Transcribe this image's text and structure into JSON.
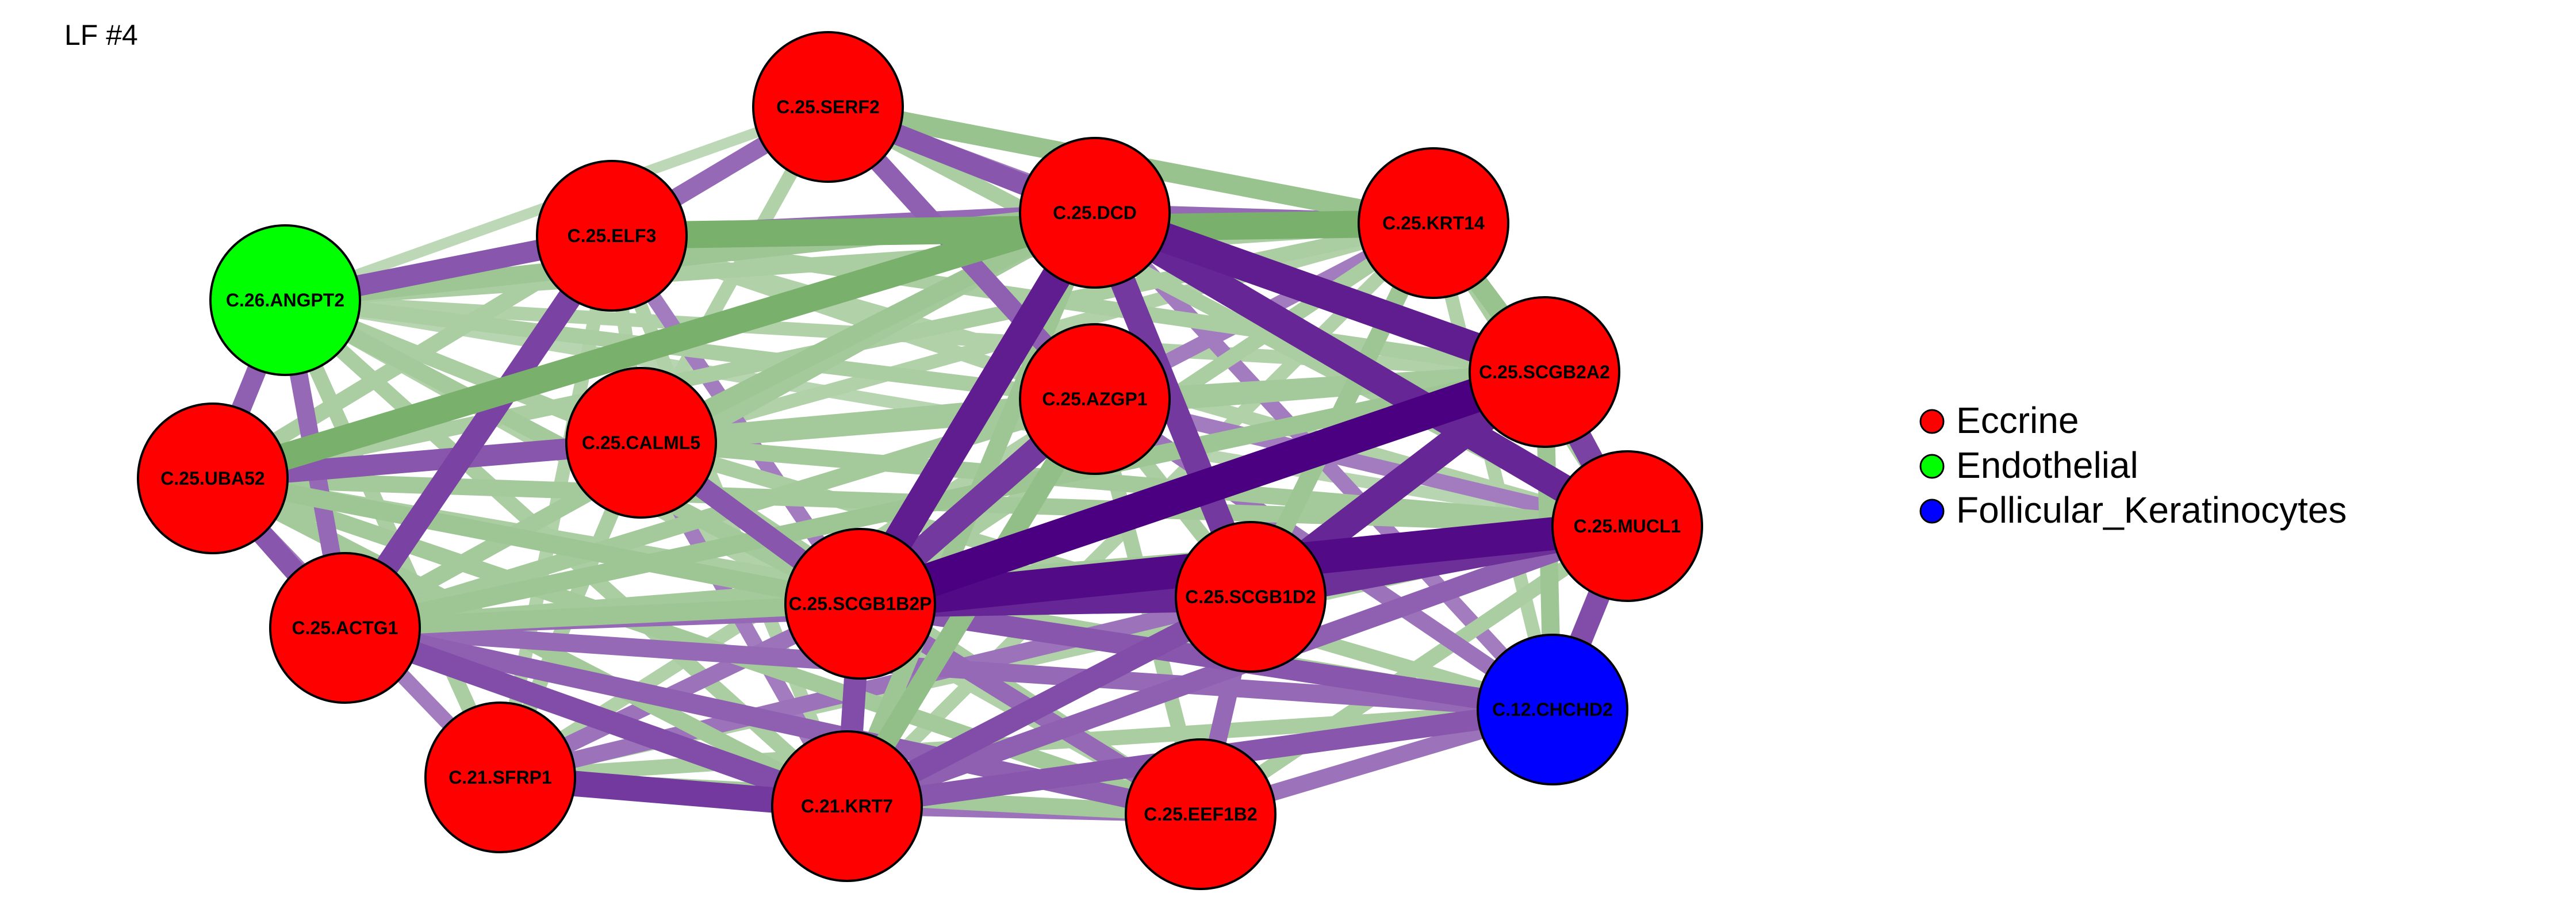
{
  "title": "LF #4",
  "legend": [
    {
      "label": "Eccrine",
      "color": "#ff0000"
    },
    {
      "label": "Endothelial",
      "color": "#00ff00"
    },
    {
      "label": "Follicular_Keratinocytes",
      "color": "#0000ff"
    }
  ],
  "nodes": [
    {
      "id": "serf2",
      "label": "C.25.SERF2",
      "color": "#ff0000"
    },
    {
      "id": "elf3",
      "label": "C.25.ELF3",
      "color": "#ff0000"
    },
    {
      "id": "dcd",
      "label": "C.25.DCD",
      "color": "#ff0000"
    },
    {
      "id": "krt14",
      "label": "C.25.KRT14",
      "color": "#ff0000"
    },
    {
      "id": "angpt2",
      "label": "C.26.ANGPT2",
      "color": "#00ff00"
    },
    {
      "id": "scgb2a2",
      "label": "C.25.SCGB2A2",
      "color": "#ff0000"
    },
    {
      "id": "azgp1",
      "label": "C.25.AZGP1",
      "color": "#ff0000"
    },
    {
      "id": "calml5",
      "label": "C.25.CALML5",
      "color": "#ff0000"
    },
    {
      "id": "uba52",
      "label": "C.25.UBA52",
      "color": "#ff0000"
    },
    {
      "id": "mucl1",
      "label": "C.25.MUCL1",
      "color": "#ff0000"
    },
    {
      "id": "scgb1b2p",
      "label": "C.25.SCGB1B2P",
      "color": "#ff0000"
    },
    {
      "id": "scgb1d2",
      "label": "C.25.SCGB1D2",
      "color": "#ff0000"
    },
    {
      "id": "actg1",
      "label": "C.25.ACTG1",
      "color": "#ff0000"
    },
    {
      "id": "chchd2",
      "label": "C.12.CHCHD2",
      "color": "#0000ff"
    },
    {
      "id": "sfrp1",
      "label": "C.21.SFRP1",
      "color": "#ff0000"
    },
    {
      "id": "krt7",
      "label": "C.21.KRT7",
      "color": "#ff0000"
    },
    {
      "id": "eef1b2",
      "label": "C.25.EEF1B2",
      "color": "#ff0000"
    }
  ],
  "edge_colors": {
    "positive": "#4b0082",
    "negative": "#5a9e4a"
  },
  "edges": [
    {
      "a": "scgb1b2p",
      "b": "scgb2a2",
      "sign": "positive",
      "strength": 1.0
    },
    {
      "a": "scgb1b2p",
      "b": "mucl1",
      "sign": "positive",
      "strength": 0.95
    },
    {
      "a": "dcd",
      "b": "scgb2a2",
      "sign": "positive",
      "strength": 0.85
    },
    {
      "a": "dcd",
      "b": "mucl1",
      "sign": "positive",
      "strength": 0.8
    },
    {
      "a": "dcd",
      "b": "scgb1b2p",
      "sign": "positive",
      "strength": 0.85
    },
    {
      "a": "scgb1d2",
      "b": "scgb2a2",
      "sign": "positive",
      "strength": 0.8
    },
    {
      "a": "scgb1d2",
      "b": "mucl1",
      "sign": "positive",
      "strength": 0.75
    },
    {
      "a": "scgb1b2p",
      "b": "scgb1d2",
      "sign": "positive",
      "strength": 0.8
    },
    {
      "a": "dcd",
      "b": "scgb1d2",
      "sign": "positive",
      "strength": 0.7
    },
    {
      "a": "azgp1",
      "b": "scgb1b2p",
      "sign": "positive",
      "strength": 0.7
    },
    {
      "a": "scgb2a2",
      "b": "mucl1",
      "sign": "positive",
      "strength": 0.65
    },
    {
      "a": "mucl1",
      "b": "chchd2",
      "sign": "positive",
      "strength": 0.6
    },
    {
      "a": "elf3",
      "b": "actg1",
      "sign": "positive",
      "strength": 0.65
    },
    {
      "a": "sfrp1",
      "b": "krt7",
      "sign": "positive",
      "strength": 0.7
    },
    {
      "a": "actg1",
      "b": "krt7",
      "sign": "positive",
      "strength": 0.6
    },
    {
      "a": "krt7",
      "b": "scgb1b2p",
      "sign": "positive",
      "strength": 0.6
    },
    {
      "a": "krt7",
      "b": "scgb1d2",
      "sign": "positive",
      "strength": 0.6
    },
    {
      "a": "krt7",
      "b": "chchd2",
      "sign": "positive",
      "strength": 0.55
    },
    {
      "a": "krt7",
      "b": "mucl1",
      "sign": "positive",
      "strength": 0.5
    },
    {
      "a": "scgb1b2p",
      "b": "chchd2",
      "sign": "positive",
      "strength": 0.55
    },
    {
      "a": "calml5",
      "b": "scgb1b2p",
      "sign": "positive",
      "strength": 0.55
    },
    {
      "a": "actg1",
      "b": "eef1b2",
      "sign": "positive",
      "strength": 0.5
    },
    {
      "a": "uba52",
      "b": "actg1",
      "sign": "positive",
      "strength": 0.55
    },
    {
      "a": "angpt2",
      "b": "uba52",
      "sign": "positive",
      "strength": 0.5
    },
    {
      "a": "angpt2",
      "b": "elf3",
      "sign": "positive",
      "strength": 0.55
    },
    {
      "a": "angpt2",
      "b": "actg1",
      "sign": "positive",
      "strength": 0.45
    },
    {
      "a": "uba52",
      "b": "calml5",
      "sign": "positive",
      "strength": 0.55
    },
    {
      "a": "serf2",
      "b": "dcd",
      "sign": "positive",
      "strength": 0.55
    },
    {
      "a": "serf2",
      "b": "elf3",
      "sign": "positive",
      "strength": 0.45
    },
    {
      "a": "serf2",
      "b": "azgp1",
      "sign": "positive",
      "strength": 0.5
    },
    {
      "a": "elf3",
      "b": "dcd",
      "sign": "positive",
      "strength": 0.45
    },
    {
      "a": "dcd",
      "b": "krt14",
      "sign": "positive",
      "strength": 0.45
    },
    {
      "a": "eef1b2",
      "b": "scgb1d2",
      "sign": "positive",
      "strength": 0.45
    },
    {
      "a": "eef1b2",
      "b": "scgb1b2p",
      "sign": "positive",
      "strength": 0.45
    },
    {
      "a": "eef1b2",
      "b": "chchd2",
      "sign": "positive",
      "strength": 0.4
    },
    {
      "a": "actg1",
      "b": "chchd2",
      "sign": "positive",
      "strength": 0.45
    },
    {
      "a": "actg1",
      "b": "scgb1d2",
      "sign": "positive",
      "strength": 0.45
    },
    {
      "a": "sfrp1",
      "b": "scgb1d2",
      "sign": "positive",
      "strength": 0.4
    },
    {
      "a": "sfrp1",
      "b": "scgb1b2p",
      "sign": "positive",
      "strength": 0.4
    },
    {
      "a": "krt14",
      "b": "azgp1",
      "sign": "positive",
      "strength": 0.35
    },
    {
      "a": "uba52",
      "b": "sfrp1",
      "sign": "positive",
      "strength": 0.35
    },
    {
      "a": "krt7",
      "b": "eef1b2",
      "sign": "positive",
      "strength": 0.4
    },
    {
      "a": "calml5",
      "b": "krt7",
      "sign": "positive",
      "strength": 0.35
    },
    {
      "a": "elf3",
      "b": "scgb1b2p",
      "sign": "positive",
      "strength": 0.35
    },
    {
      "a": "azgp1",
      "b": "mucl1",
      "sign": "positive",
      "strength": 0.35
    },
    {
      "a": "azgp1",
      "b": "chchd2",
      "sign": "positive",
      "strength": 0.4
    },
    {
      "a": "dcd",
      "b": "chchd2",
      "sign": "positive",
      "strength": 0.35
    },
    {
      "a": "serf2",
      "b": "scgb2a2",
      "sign": "positive",
      "strength": 0.35
    },
    {
      "a": "angpt2",
      "b": "serf2",
      "sign": "positive",
      "strength": 0.15
    },
    {
      "a": "uba52",
      "b": "dcd",
      "sign": "negative",
      "strength": 0.75
    },
    {
      "a": "elf3",
      "b": "krt14",
      "sign": "negative",
      "strength": 0.75
    },
    {
      "a": "serf2",
      "b": "krt14",
      "sign": "negative",
      "strength": 0.5
    },
    {
      "a": "krt14",
      "b": "scgb2a2",
      "sign": "negative",
      "strength": 0.5
    },
    {
      "a": "scgb2a2",
      "b": "scgb1d2",
      "sign": "negative",
      "strength": 0.5
    },
    {
      "a": "krt7",
      "b": "azgp1",
      "sign": "negative",
      "strength": 0.55
    },
    {
      "a": "angpt2",
      "b": "dcd",
      "sign": "negative",
      "strength": 0.45
    },
    {
      "a": "angpt2",
      "b": "krt14",
      "sign": "negative",
      "strength": 0.35
    },
    {
      "a": "uba52",
      "b": "mucl1",
      "sign": "negative",
      "strength": 0.4
    },
    {
      "a": "uba52",
      "b": "scgb2a2",
      "sign": "negative",
      "strength": 0.4
    },
    {
      "a": "uba52",
      "b": "krt14",
      "sign": "negative",
      "strength": 0.35
    },
    {
      "a": "calml5",
      "b": "dcd",
      "sign": "negative",
      "strength": 0.45
    },
    {
      "a": "calml5",
      "b": "scgb2a2",
      "sign": "negative",
      "strength": 0.4
    },
    {
      "a": "calml5",
      "b": "mucl1",
      "sign": "negative",
      "strength": 0.4
    },
    {
      "a": "actg1",
      "b": "scgb2a2",
      "sign": "negative",
      "strength": 0.45
    },
    {
      "a": "actg1",
      "b": "dcd",
      "sign": "negative",
      "strength": 0.4
    },
    {
      "a": "actg1",
      "b": "mucl1",
      "sign": "negative",
      "strength": 0.4
    },
    {
      "a": "actg1",
      "b": "azgp1",
      "sign": "negative",
      "strength": 0.4
    },
    {
      "a": "sfrp1",
      "b": "eef1b2",
      "sign": "negative",
      "strength": 0.4
    },
    {
      "a": "sfrp1",
      "b": "chchd2",
      "sign": "negative",
      "strength": 0.35
    },
    {
      "a": "sfrp1",
      "b": "angpt2",
      "sign": "negative",
      "strength": 0.35
    },
    {
      "a": "sfrp1",
      "b": "elf3",
      "sign": "negative",
      "strength": 0.3
    },
    {
      "a": "sfrp1",
      "b": "calml5",
      "sign": "negative",
      "strength": 0.35
    },
    {
      "a": "sfrp1",
      "b": "azgp1",
      "sign": "negative",
      "strength": 0.3
    },
    {
      "a": "sfrp1",
      "b": "mucl1",
      "sign": "negative",
      "strength": 0.3
    },
    {
      "a": "krt7",
      "b": "dcd",
      "sign": "negative",
      "strength": 0.45
    },
    {
      "a": "krt7",
      "b": "angpt2",
      "sign": "negative",
      "strength": 0.35
    },
    {
      "a": "krt7",
      "b": "elf3",
      "sign": "negative",
      "strength": 0.3
    },
    {
      "a": "krt7",
      "b": "uba52",
      "sign": "negative",
      "strength": 0.4
    },
    {
      "a": "eef1b2",
      "b": "uba52",
      "sign": "negative",
      "strength": 0.4
    },
    {
      "a": "eef1b2",
      "b": "calml5",
      "sign": "negative",
      "strength": 0.35
    },
    {
      "a": "eef1b2",
      "b": "azgp1",
      "sign": "negative",
      "strength": 0.35
    },
    {
      "a": "eef1b2",
      "b": "mucl1",
      "sign": "negative",
      "strength": 0.35
    },
    {
      "a": "eef1b2",
      "b": "angpt2",
      "sign": "negative",
      "strength": 0.3
    },
    {
      "a": "chchd2",
      "b": "uba52",
      "sign": "negative",
      "strength": 0.35
    },
    {
      "a": "chchd2",
      "b": "calml5",
      "sign": "negative",
      "strength": 0.35
    },
    {
      "a": "chchd2",
      "b": "scgb2a2",
      "sign": "negative",
      "strength": 0.45
    },
    {
      "a": "chchd2",
      "b": "krt14",
      "sign": "negative",
      "strength": 0.3
    },
    {
      "a": "scgb1d2",
      "b": "krt14",
      "sign": "negative",
      "strength": 0.45
    },
    {
      "a": "scgb1d2",
      "b": "azgp1",
      "sign": "negative",
      "strength": 0.35
    },
    {
      "a": "scgb1b2p",
      "b": "uba52",
      "sign": "negative",
      "strength": 0.45
    },
    {
      "a": "scgb1b2p",
      "b": "angpt2",
      "sign": "negative",
      "strength": 0.4
    },
    {
      "a": "scgb1b2p",
      "b": "actg1",
      "sign": "negative",
      "strength": 0.45
    },
    {
      "a": "scgb1b2p",
      "b": "krt14",
      "sign": "negative",
      "strength": 0.35
    },
    {
      "a": "azgp1",
      "b": "uba52",
      "sign": "negative",
      "strength": 0.4
    },
    {
      "a": "azgp1",
      "b": "angpt2",
      "sign": "negative",
      "strength": 0.35
    },
    {
      "a": "azgp1",
      "b": "calml5",
      "sign": "negative",
      "strength": 0.4
    },
    {
      "a": "azgp1",
      "b": "elf3",
      "sign": "negative",
      "strength": 0.3
    },
    {
      "a": "azgp1",
      "b": "scgb2a2",
      "sign": "negative",
      "strength": 0.4
    },
    {
      "a": "elf3",
      "b": "scgb2a2",
      "sign": "negative",
      "strength": 0.35
    },
    {
      "a": "elf3",
      "b": "calml5",
      "sign": "negative",
      "strength": 0.3
    },
    {
      "a": "elf3",
      "b": "uba52",
      "sign": "negative",
      "strength": 0.35
    },
    {
      "a": "elf3",
      "b": "mucl1",
      "sign": "negative",
      "strength": 0.3
    },
    {
      "a": "serf2",
      "b": "uba52",
      "sign": "negative",
      "strength": 0.35
    },
    {
      "a": "serf2",
      "b": "angpt2",
      "sign": "negative",
      "strength": 0.2
    },
    {
      "a": "serf2",
      "b": "calml5",
      "sign": "negative",
      "strength": 0.3
    },
    {
      "a": "serf2",
      "b": "mucl1",
      "sign": "negative",
      "strength": 0.35
    },
    {
      "a": "angpt2",
      "b": "calml5",
      "sign": "negative",
      "strength": 0.35
    },
    {
      "a": "angpt2",
      "b": "scgb2a2",
      "sign": "negative",
      "strength": 0.3
    },
    {
      "a": "angpt2",
      "b": "mucl1",
      "sign": "negative",
      "strength": 0.25
    },
    {
      "a": "calml5",
      "b": "krt14",
      "sign": "negative",
      "strength": 0.3
    },
    {
      "a": "mucl1",
      "b": "krt14",
      "sign": "negative",
      "strength": 0.35
    },
    {
      "a": "krt14",
      "b": "krt7",
      "sign": "negative",
      "strength": 0.3
    }
  ]
}
